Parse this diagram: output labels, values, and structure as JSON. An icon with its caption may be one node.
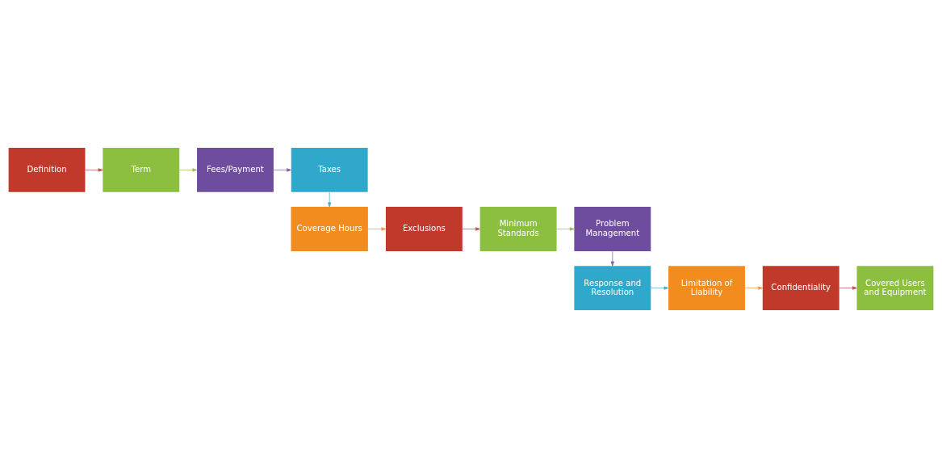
{
  "diagram": {
    "nodes": [
      {
        "text": [
          "Definition"
        ]
      },
      {
        "text": [
          "Term"
        ]
      },
      {
        "text": [
          "Fees/Payment"
        ]
      },
      {
        "text": [
          "Taxes"
        ]
      },
      {
        "text": [
          "Coverage Hours"
        ]
      },
      {
        "text": [
          "Exclusions"
        ]
      },
      {
        "text": [
          "Minimum Standards"
        ]
      },
      {
        "text": [
          "Problem Management"
        ]
      },
      {
        "text": [
          "Response and Resolution"
        ]
      },
      {
        "text": [
          "Limitation of Liability"
        ]
      },
      {
        "text": [
          "Confidentiality"
        ]
      },
      {
        "text": [
          "Covered Users and Equipment"
        ]
      }
    ],
    "edges": [
      {
        "from": 0,
        "to": 1,
        "arrow": "to",
        "color": "#c0504d"
      },
      {
        "from": 1,
        "to": 2,
        "arrow": "to",
        "color": "#9bbb59"
      },
      {
        "from": 2,
        "to": 3,
        "arrow": "to",
        "color": "#8064a2"
      },
      {
        "from": 3,
        "to": 4,
        "arrow": "to",
        "color": "#4bacc6"
      },
      {
        "from": 4,
        "to": 5,
        "arrow": "to",
        "color": "#f79646"
      },
      {
        "from": 5,
        "to": 6,
        "arrow": "to",
        "color": "#c0504d"
      },
      {
        "from": 6,
        "to": 7,
        "arrow": "to",
        "color": "#9bbb59"
      },
      {
        "from": 7,
        "to": 8,
        "arrow": "to",
        "color": "#8064a2"
      },
      {
        "from": 8,
        "to": 9,
        "arrow": "to",
        "color": "#4bacc6"
      },
      {
        "from": 9,
        "to": 10,
        "arrow": "to",
        "color": "#f79646"
      },
      {
        "from": 10,
        "to": 11,
        "arrow": "to",
        "color": "#c0504d"
      }
    ]
  }
}
